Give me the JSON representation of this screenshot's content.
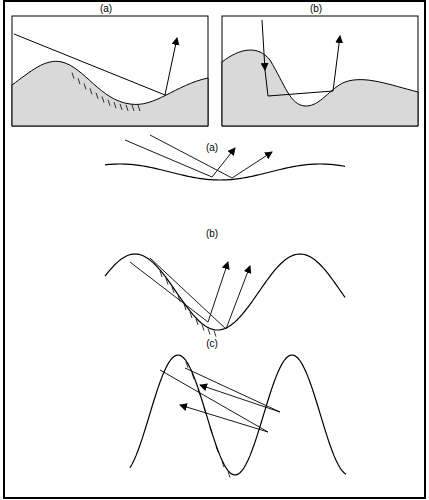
{
  "diagram": {
    "labels": [
      "(a)",
      "(b)",
      "(a)",
      "(b)",
      "(c)"
    ]
  }
}
